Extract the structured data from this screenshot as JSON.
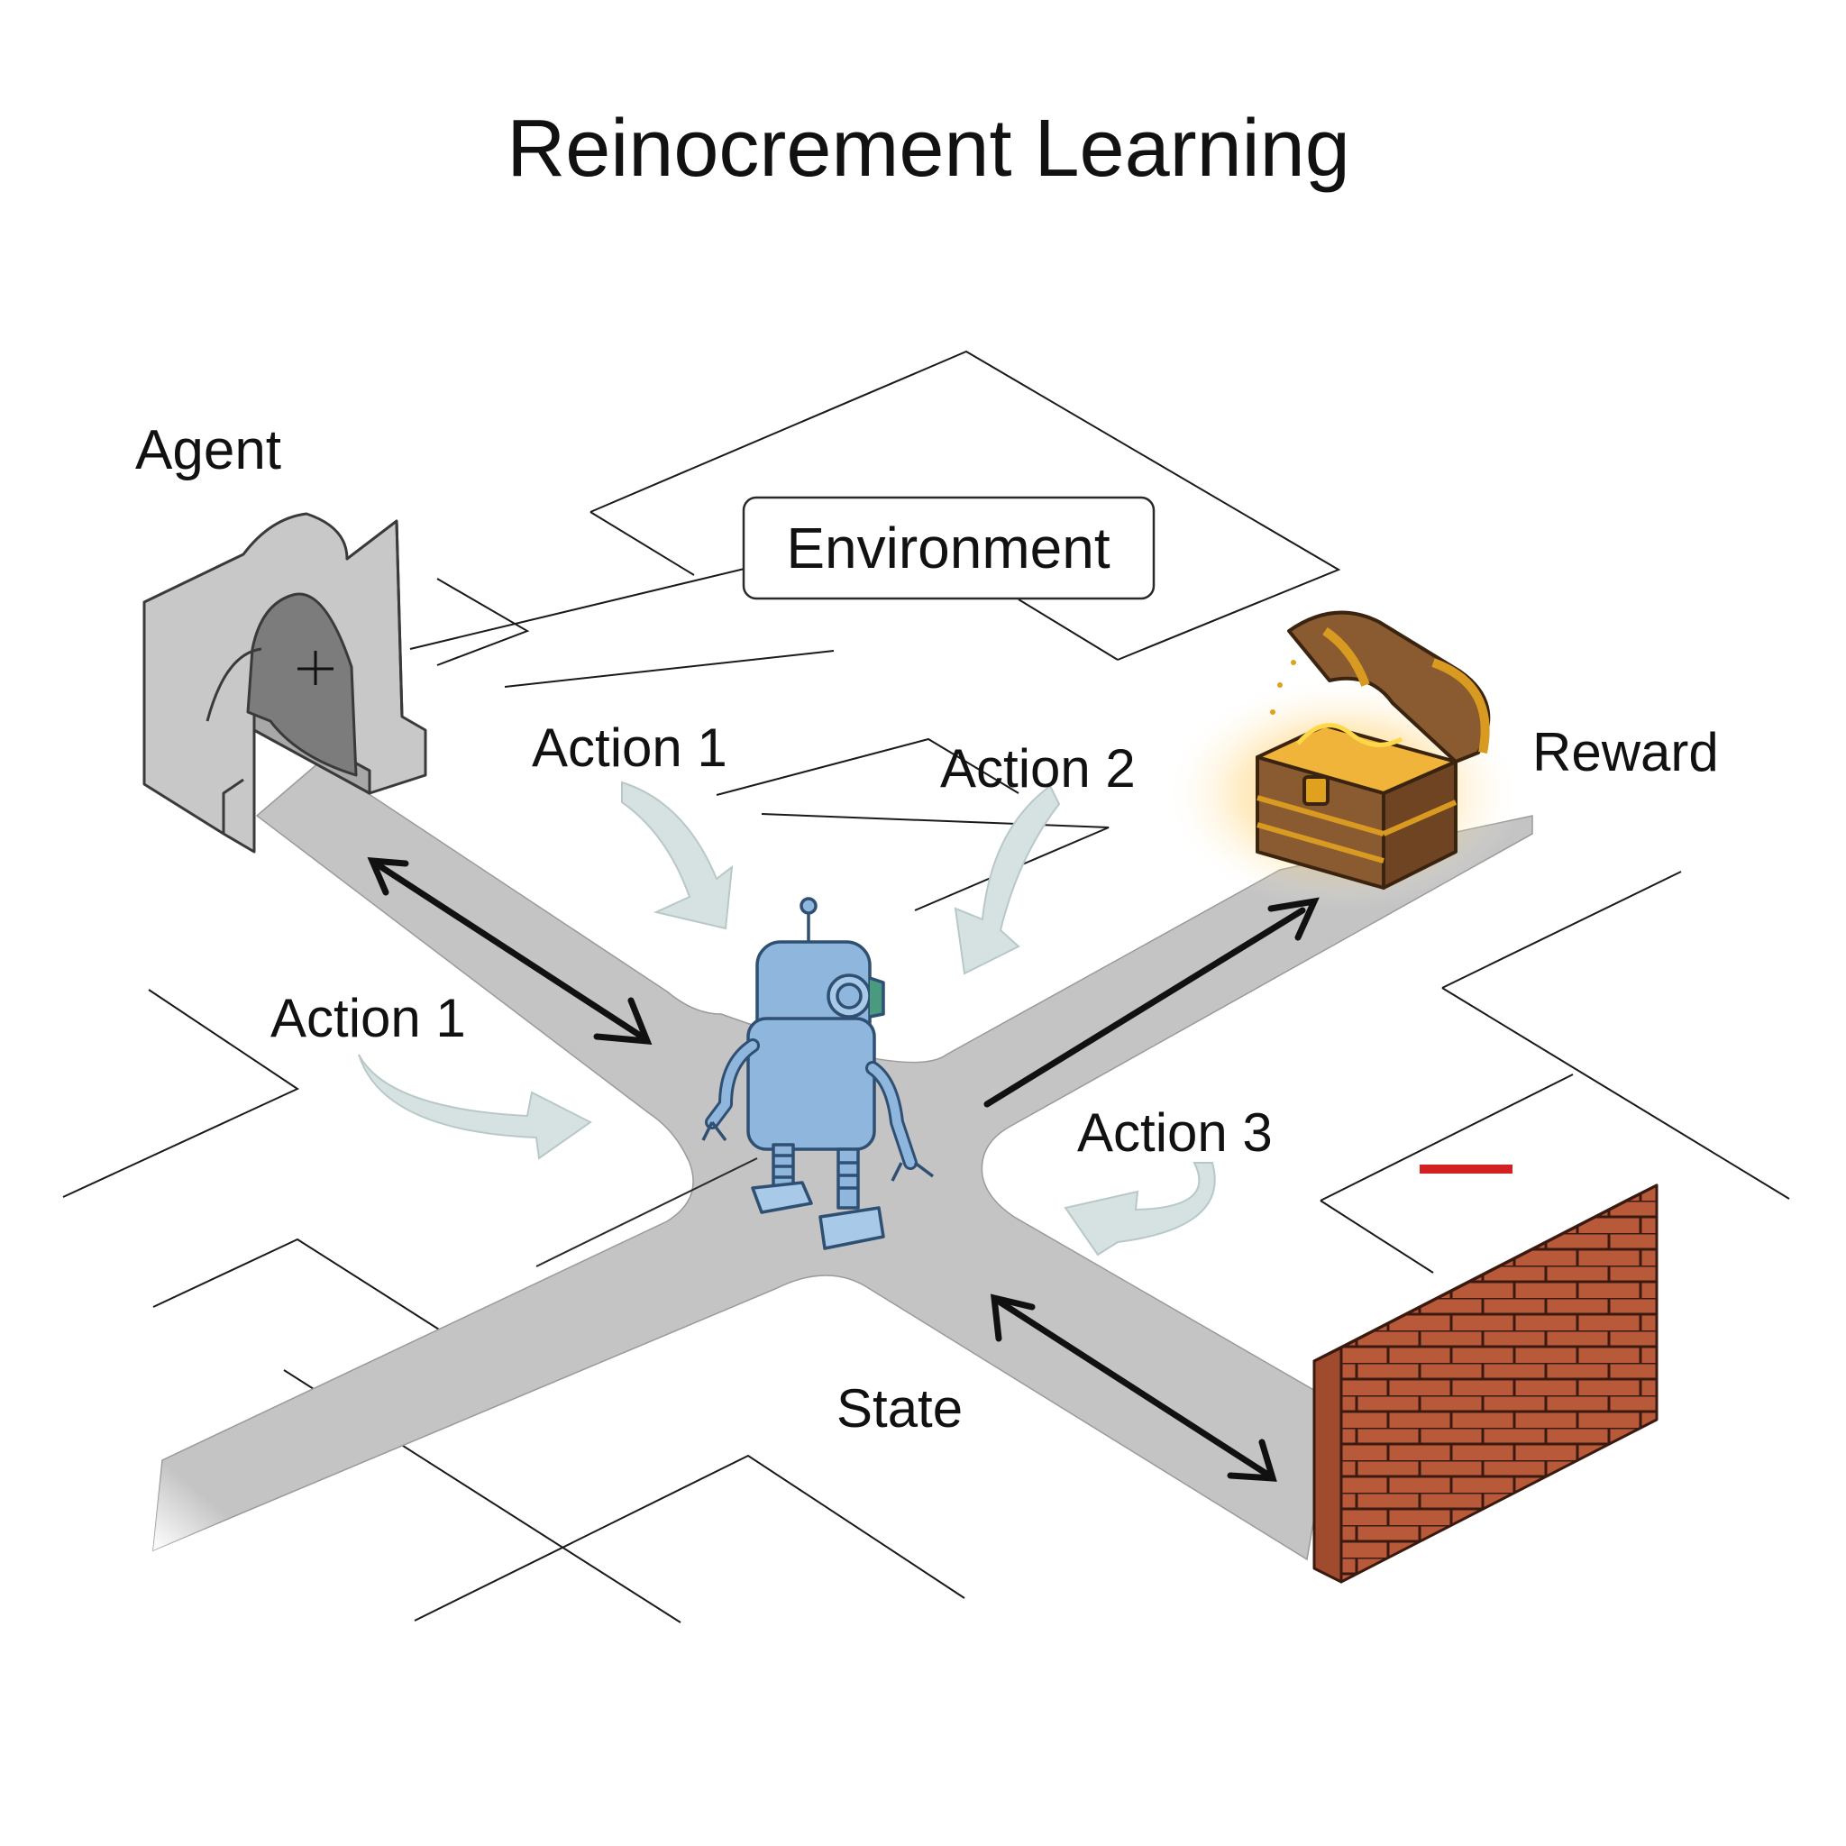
{
  "title": "Reinocrement Learning",
  "labels": {
    "agent": "Agent",
    "environment": "Environment",
    "reward": "Reward",
    "state": "State",
    "action_top_left": "Action 1",
    "action_left": "Action 1",
    "action_top_right": "Action 2",
    "action_right": "Action 3",
    "penalty_mark": "–"
  },
  "colors": {
    "path": "#c4c4c4",
    "robot": "#8fb6dc",
    "robot_outline": "#2f4f73",
    "brick": "#b85a3a",
    "gold": "#e0a21e",
    "penalty": "#d32020",
    "action_arrow": "#d6e2e2",
    "gate": "#bdbdbd"
  }
}
